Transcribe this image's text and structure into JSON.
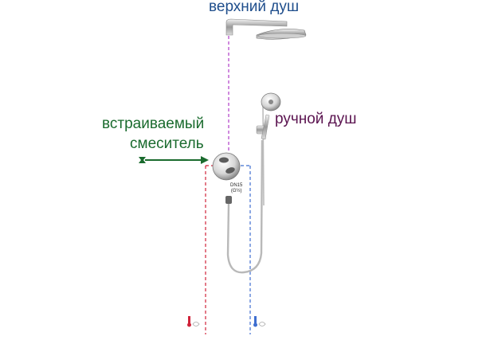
{
  "labels": {
    "top_shower": "верхний душ",
    "hand_shower": "ручной душ",
    "mixer_line1": "встраиваемый",
    "mixer_line2": "смеситель",
    "dn_line1": "DN15",
    "dn_line2": "(G½)"
  },
  "colors": {
    "top_shower_text": "#1f4e8c",
    "hand_shower_text": "#5b1450",
    "mixer_text": "#1a6b2e",
    "arrow": "#1a6b2e",
    "hot_pipe": "#d0233a",
    "cold_pipe": "#3f6fd0",
    "top_feed": "#b03cc8"
  },
  "icons": [
    "hot-water-icon",
    "cold-water-icon",
    "arrow-icon"
  ]
}
